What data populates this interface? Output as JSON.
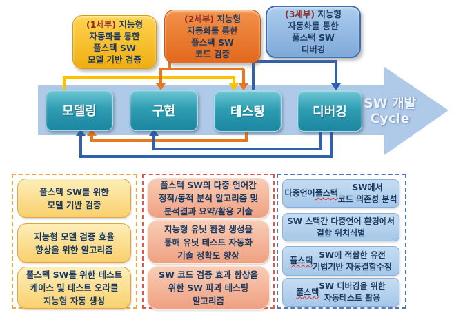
{
  "colors": {
    "edge_yellow": "#FFC000",
    "edge_orange": "#E8781E",
    "edge_blue": "#3060B2",
    "stage_teal": "#2F9DB2",
    "cycle_arrow_fill": "#AFC9E9",
    "callout1_gold": "#F2B718",
    "callout2_orange": "#E8711F",
    "callout3_blue": "#8FB4DF",
    "phase1_dash": "#F2A93B",
    "phase2_dash": "#E0584A",
    "phase3_dash": "#4A76C4",
    "text_navy": "#1B3A60",
    "prefix_maroon": "#8B2B2B"
  },
  "callouts": [
    {
      "prefix": "(1세부)",
      "title_rest": " 지능형",
      "body": "자동화를 통한\n풀스택 SW\n모델 기반 검증"
    },
    {
      "prefix": "(2세부)",
      "title_rest": " 지능형",
      "body": "자동화를 통한\n풀스택 SW\n코드 검증"
    },
    {
      "prefix": "(3세부)",
      "title_rest": " 지능형",
      "body": "자동화를 통한\n풀스택 SW\n디버깅"
    }
  ],
  "stages": [
    {
      "label": "모델링"
    },
    {
      "label": "구현"
    },
    {
      "label": "테스팅"
    },
    {
      "label": "디버깅"
    }
  ],
  "cycle_arrow": {
    "label_line1": "SW 개발",
    "label_line2": "Cycle"
  },
  "edges": [
    {
      "from": "모델링",
      "to": "테스팅",
      "color": "#FFC000",
      "route": "top"
    },
    {
      "from": "(2세부) 코드 검증",
      "to": "구현",
      "color": "#E8781E",
      "route": "top"
    },
    {
      "from": "(2세부) 코드 검증",
      "to": "테스팅",
      "color": "#E8781E",
      "route": "top"
    },
    {
      "from": "테스팅",
      "to": "디버깅",
      "color": "#3060B2",
      "route": "top"
    },
    {
      "from": "테스팅",
      "to": "모델링",
      "color": "#E8781E",
      "route": "bottom"
    },
    {
      "from": "디버깅",
      "to": "구현",
      "color": "#3060B2",
      "route": "bottom"
    },
    {
      "from": "디버깅",
      "to": "모델링",
      "color": "#3060B2",
      "route": "bottom"
    }
  ],
  "columns": [
    {
      "phase": "1세부",
      "boxes": [
        {
          "text": "풀스택 SW를 위한\n모델 기반 검증"
        },
        {
          "text": "지능형 모델 검증 효율\n향상을 위한 알고리즘"
        },
        {
          "text": "풀스택 SW를 위한 테스트\n케이스 및 테스트 오라클\n지능형 자동 생성"
        }
      ]
    },
    {
      "phase": "2세부",
      "boxes": [
        {
          "text": "풀스택 SW의 다중 언어간\n정적/동적 분석 알고리즘 및\n분석결과 요약/활용 기술"
        },
        {
          "text": "지능형 유닛 환경 생성을\n통해 유닛 테스트 자동화\n기술 정확도 향상"
        },
        {
          "text": "SW 코드 검증 효과 향상을\n위한 SW 파괴 테스팅\n알고리즘"
        }
      ]
    },
    {
      "phase": "3세부",
      "boxes": [
        {
          "text": "다중언어 풀스택 SW에서\n코드 의존성 분석"
        },
        {
          "text": "SW 스택간 다중언어 환경에서\n결함 위치식별"
        },
        {
          "text": "풀스택 SW에 적합한 유전\n기법기반 자동결함수정"
        },
        {
          "text": "풀스텍 SW 디버깅을 위한\n자동테스트 활용"
        }
      ]
    }
  ]
}
